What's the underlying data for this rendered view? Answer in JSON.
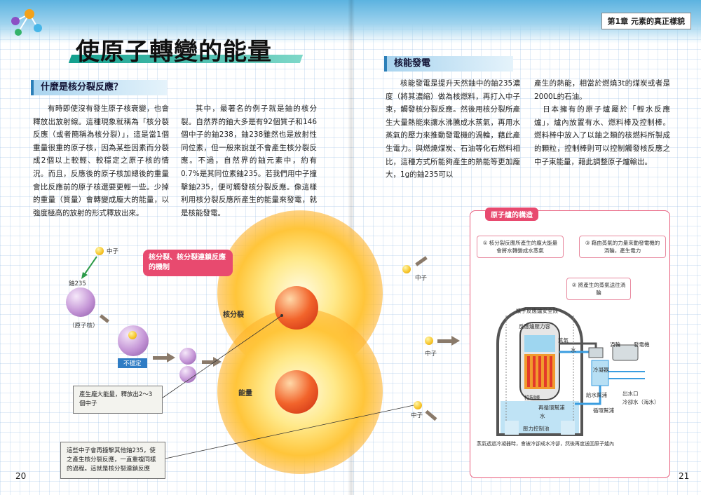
{
  "chapter_tag": "第1章 元素的真正樣貌",
  "title": "使原子轉變的能量",
  "left": {
    "heading": "什麼是核分裂反應？",
    "col1": "有時即使沒有發生原子核衰變，也會釋放出放射線。這種現象就稱為「核分裂反應（或者簡稱為核分裂）」，這是當1個重量很重的原子核，因為某些因素而分裂成2個以上較輕、較穩定之原子核的情況。而且，反應後的原子核加總後的重量會比反應前的原子核還要更輕一些。少掉的重量（質量）會轉變成龐大的能量，以強度極高的放射的形式釋放出來。",
    "col2": "其中，最著名的例子就是鈾的核分裂。自然界的鈾大多是有92個質子和146個中子的鈾238，鈾238雖然也是放射性同位素，但一般來說並不會產生核分裂反應。不過，自然界的鈾元素中，約有0.7%是其同位素鈾235。若我們用中子撞擊鈾235，便可觸發核分裂反應。像這樣利用核分裂反應所產生的能量來發電，就是核能發電。",
    "page_number": "20"
  },
  "right": {
    "heading": "核能發電",
    "col1": "核能發電是提升天然鈾中的鈾235濃度（將其濃縮）做為核燃料，再打入中子束，觸發核分裂反應。然後用核分裂所產生大量熱能來讓水沸騰成水蒸氣，再用水蒸氣的壓力來推動發電機的渦輪，藉此產生電力。與燃燒煤炭、石油等化石燃料相比，這種方式所能夠產生的熱能等更加龐大，1g的鈾235可以",
    "col2": "產生的熱能，相當於燃燒3t的煤炭或者是2000L的石油。\n　日本擁有的原子爐屬於「輕水反應爐」，爐內放置有水、燃料棒及控制棒。燃料棒中放入了以鈾之類的核燃料所製成的顆粒，控制棒則可以控制觸發核反應之中子束能量，藉此調整原子爐輸出。",
    "page_number": "21"
  },
  "diagram": {
    "neutron": "中子",
    "u235": "鈾235",
    "nucleus": "（原子核）",
    "unstable": "不穩定",
    "chain_title": "核分裂、核分裂連鎖反應的機制",
    "fission": "核分裂",
    "energy": "能量",
    "note1": "產生龐大能量，釋放出2〜3個中子",
    "note2": "這些中子會再撞擊其他鈾235，使之產生核分裂反應，一直重複同樣的過程。這就是核分裂連鎖反應"
  },
  "reactor": {
    "title": "原子爐的構造",
    "note1": "① 核分裂反應所產生的龐大能量會將水轉變成水蒸氣",
    "note2": "③ 藉由蒸氣的力量來動發電機的渦輪，產生電力",
    "note3": "② 將產生的蒸氣送往渦輪",
    "containment": "核子反應爐安全殼",
    "vessel": "反應爐壓力容",
    "steam": "蒸氣",
    "water": "水",
    "turbine": "渦輪",
    "generator": "發電機",
    "condenser": "冷凝器",
    "control_rod": "控制棒",
    "recirc": "再循環幫浦",
    "feed_pump": "給水幫浦",
    "water2": "水",
    "suppression": "壓力控制池",
    "outlet": "出水口",
    "seawater": "冷卻水（海水）",
    "circ_pump": "循環幫浦",
    "caption": "蒸氣透過冷凝器時，會被冷卻成水冷卻，然後再度送回原子爐內"
  }
}
